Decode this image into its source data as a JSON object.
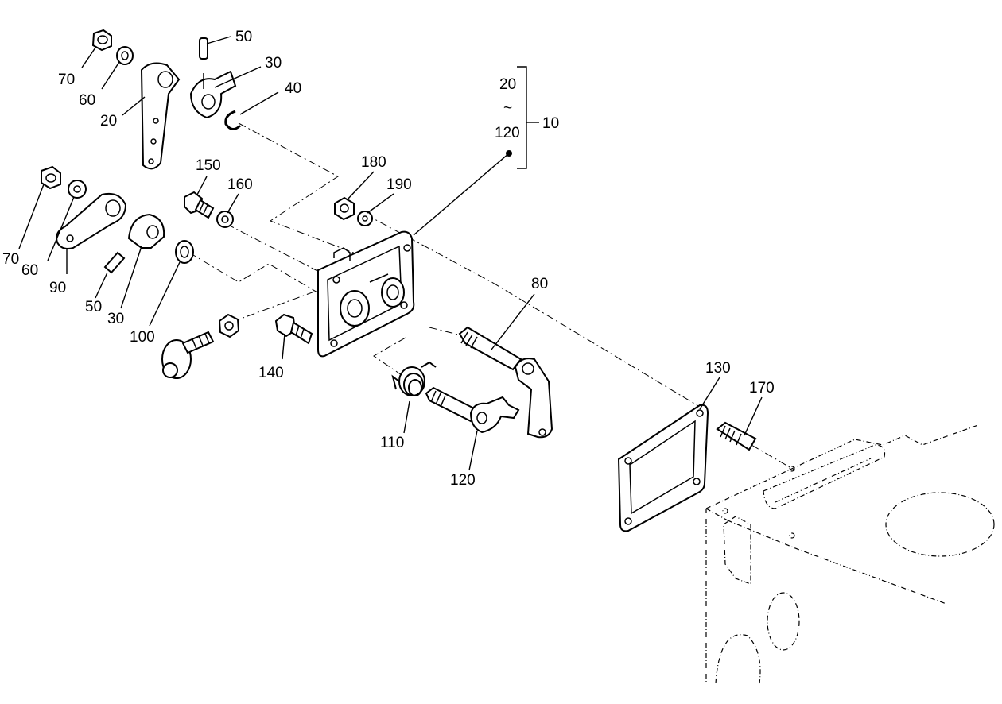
{
  "callouts": {
    "c70a": "70",
    "c60a": "60",
    "c50a": "50",
    "c30a": "30",
    "c40": "40",
    "c20a": "20",
    "c70b": "70",
    "c60b": "60",
    "c90": "90",
    "c50b": "50",
    "c30b": "30",
    "c100": "100",
    "c150": "150",
    "c160": "160",
    "c180": "180",
    "c190": "190",
    "c140": "140",
    "c80": "80",
    "c110": "110",
    "c120": "120",
    "c130": "130",
    "c170": "170"
  },
  "kit_bracket": {
    "from": "20",
    "range_symbol": "~",
    "to": "120",
    "kit": "10"
  }
}
